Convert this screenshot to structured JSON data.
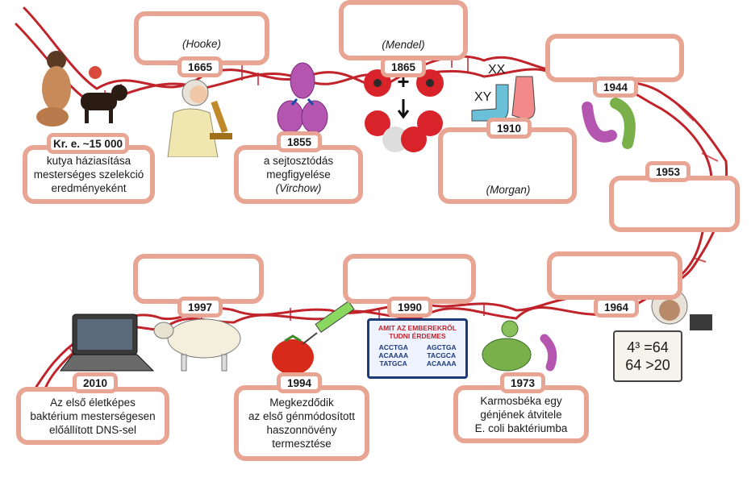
{
  "events": {
    "e15000": {
      "year": "Kr. e. ~15 000",
      "lines": [
        "kutya háziasítása",
        "mesterséges szelekció",
        "eredményeként"
      ]
    },
    "e1665": {
      "year": "1665",
      "name": "(Hooke)"
    },
    "e1855": {
      "year": "1855",
      "lines": [
        "a sejtosztódás",
        "megfigyelése"
      ],
      "name": "(Virchow)"
    },
    "e1865": {
      "year": "1865",
      "name": "(Mendel)"
    },
    "e1910": {
      "year": "1910",
      "name": "(Morgan)"
    },
    "e1944": {
      "year": "1944"
    },
    "e1953": {
      "year": "1953"
    },
    "e1964": {
      "year": "1964"
    },
    "e1973": {
      "year": "1973",
      "lines": [
        "Karmosbéka egy",
        "génjének átvitele",
        "E. coli baktériumba"
      ]
    },
    "e1990": {
      "year": "1990"
    },
    "e1994": {
      "year": "1994",
      "lines": [
        "Megkezdődik",
        "az első génmódosított",
        "haszonnövény",
        "termesztése"
      ]
    },
    "e1997": {
      "year": "1997"
    },
    "e2010": {
      "year": "2010",
      "lines": [
        "Az első életképes",
        "baktérium mesterségesen",
        "előállított DNS-sel"
      ]
    }
  },
  "labels": {
    "chromosomes_xx": "XX",
    "chromosomes_xy": "XY",
    "book_title_1": "AMIT AZ EMBEREKRŐL",
    "book_title_2": "TUDNI ÉRDEMES",
    "book_left": [
      "ACCTGA",
      "ACAAAA",
      "TATGCA"
    ],
    "book_right": [
      "AGCTGA",
      "TACGCA",
      "ACAAAA"
    ],
    "board_line_1": "4³ =64",
    "board_line_2": "64 >20"
  },
  "colors": {
    "dna": "#c0242a",
    "box_border": "#e8a593"
  },
  "icons": [
    "dna-helix",
    "caveman-dog",
    "scientist-microscope",
    "dividing-cell",
    "mendel-flowers",
    "chromosome-socks",
    "bacteria",
    "laptop",
    "sheep",
    "tomato-syringe",
    "dna-book",
    "frog",
    "scientist-board"
  ]
}
